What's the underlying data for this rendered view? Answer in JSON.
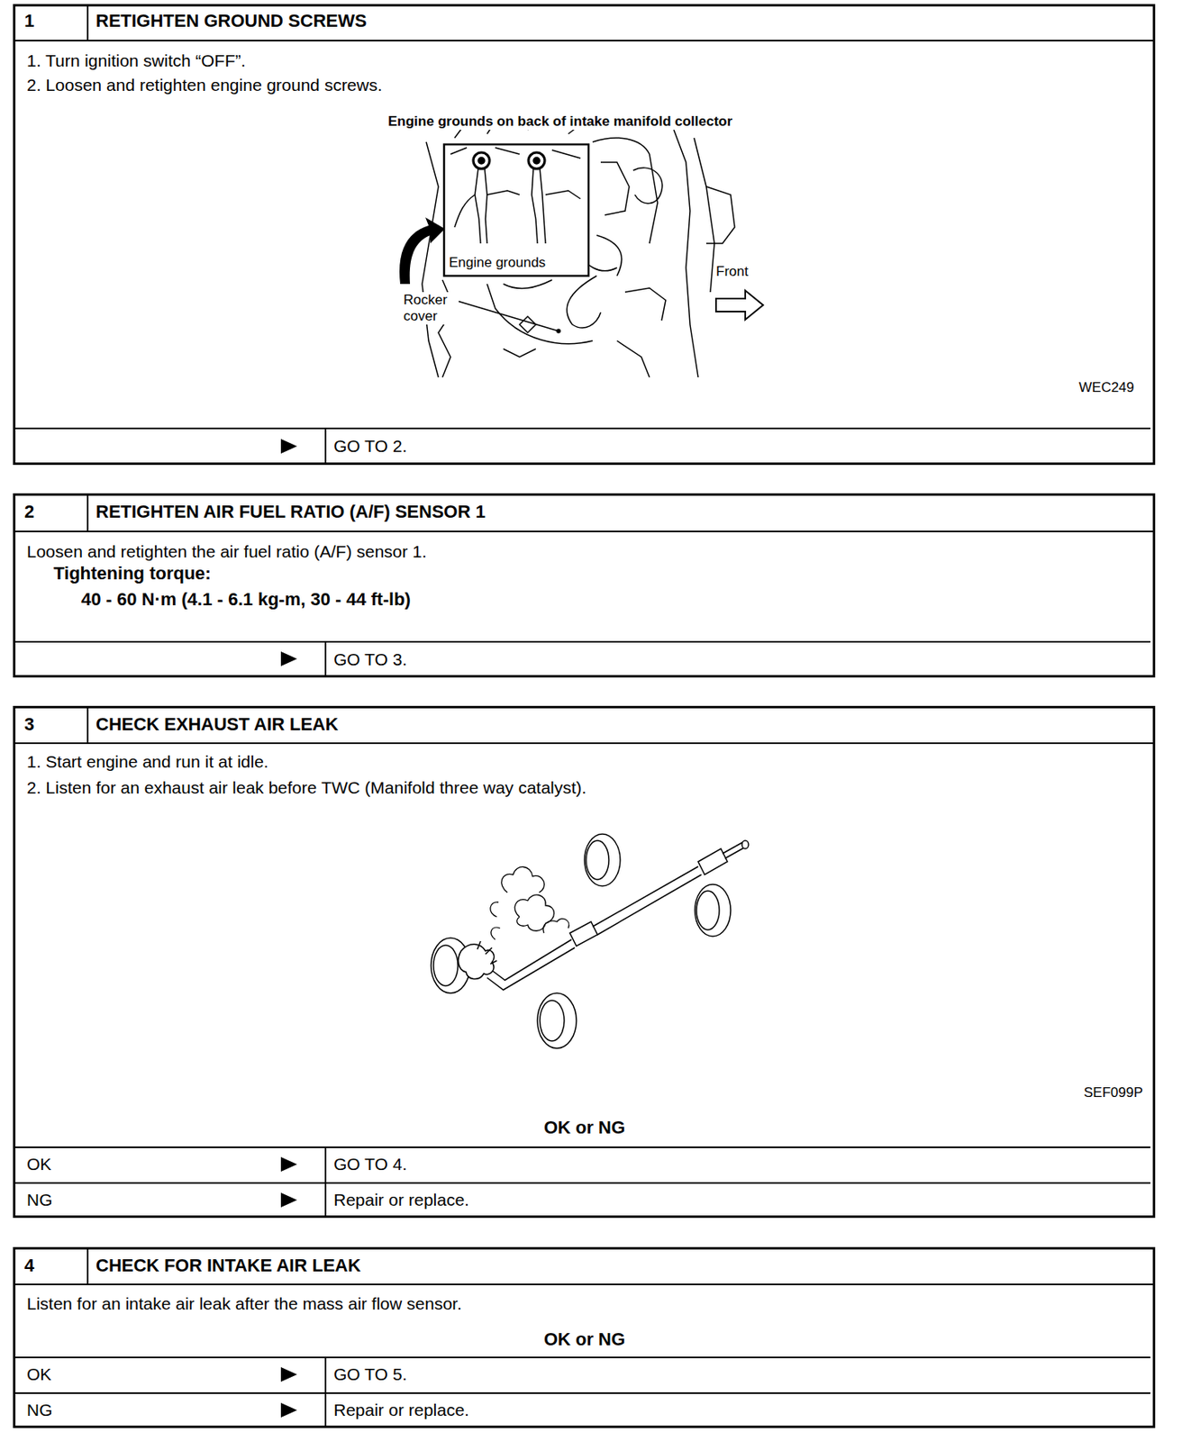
{
  "diagram": {
    "nodes": [
      {
        "text": [
          "1",
          "RETIGHTEN GROUND SCREWS",
          "1. Turn ignition switch “OFF”.",
          "2. Loosen and retighten engine ground screws."
        ]
      },
      {
        "text": [
          "GO TO 2."
        ],
        "in": 0
      },
      {
        "text": [
          "2",
          "RETIGHTEN AIR FUEL RATIO (A/F) SENSOR 1",
          "Loosen and retighten the air fuel ratio (A/F) sensor 1.",
          "Tightening torque:",
          "40 - 60 N·m (4.1 - 6.1 kg-m, 30 - 44 ft-lb)"
        ]
      },
      {
        "text": [
          "GO TO 3."
        ],
        "in": 2
      },
      {
        "text": [
          "3",
          "CHECK EXHAUST AIR LEAK",
          "1. Start engine and run it at idle.",
          "2. Listen for an exhaust air leak before TWC (Manifold three way catalyst).",
          "OK or NG"
        ]
      },
      {
        "text": [
          "OK",
          "GO TO 4."
        ],
        "in": 4
      },
      {
        "text": [
          "NG",
          "Repair or replace."
        ],
        "in": 4
      },
      {
        "text": [
          "4",
          "CHECK FOR INTAKE AIR LEAK",
          "Listen for an intake air leak after the mass air flow sensor.",
          "OK or NG"
        ]
      },
      {
        "text": [
          "OK",
          "GO TO 5."
        ],
        "in": 7
      },
      {
        "text": [
          "NG",
          "Repair or replace."
        ],
        "in": 7
      }
    ],
    "labels": [
      "Engine grounds on back of intake manifold collector",
      "Engine grounds",
      "Rocker cover",
      "Front",
      "WEC249",
      "SEF099P"
    ]
  }
}
